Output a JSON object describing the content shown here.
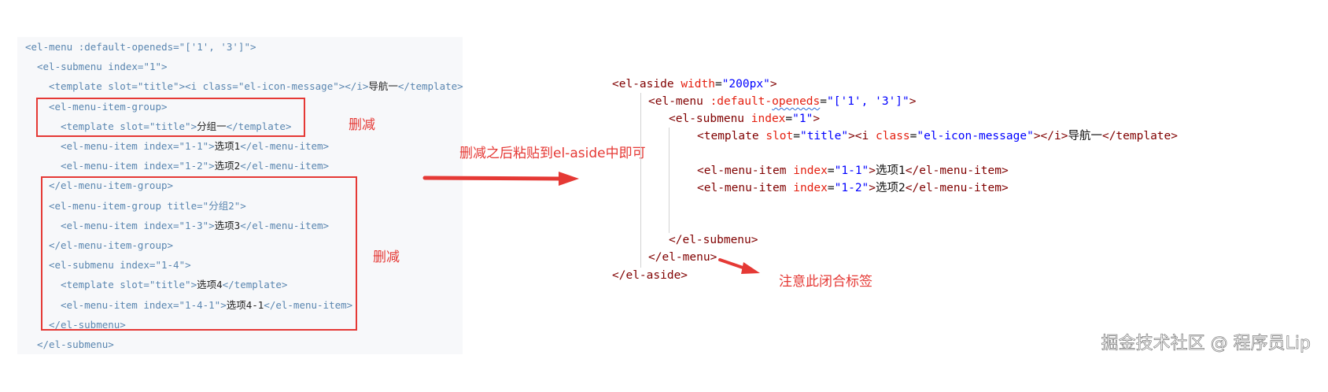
{
  "left_code": {
    "lines": [
      {
        "tag": "<el-menu :default-openeds=\"['1', '3']\">",
        "text": "",
        "close": ""
      },
      {
        "tag": "<el-submenu index=\"1\">",
        "text": "",
        "close": ""
      },
      {
        "tag": "<template slot=\"title\"><i class=\"el-icon-message\"></i>",
        "text": "导航一",
        "close": "</template>"
      },
      {
        "tag": "<el-menu-item-group>",
        "text": "",
        "close": ""
      },
      {
        "tag": "<template slot=\"title\">",
        "text": "分组一",
        "close": "</template>"
      },
      {
        "tag": "<el-menu-item index=\"1-1\">",
        "text": "选项1",
        "close": "</el-menu-item>"
      },
      {
        "tag": "<el-menu-item index=\"1-2\">",
        "text": "选项2",
        "close": "</el-menu-item>"
      },
      {
        "tag": "</el-menu-item-group>",
        "text": "",
        "close": ""
      },
      {
        "tag": "<el-menu-item-group title=\"分组2\">",
        "text": "",
        "close": ""
      },
      {
        "tag": "<el-menu-item index=\"1-3\">",
        "text": "选项3",
        "close": "</el-menu-item>"
      },
      {
        "tag": "</el-menu-item-group>",
        "text": "",
        "close": ""
      },
      {
        "tag": "<el-submenu index=\"1-4\">",
        "text": "",
        "close": ""
      },
      {
        "tag": "<template slot=\"title\">",
        "text": "选项4",
        "close": "</template>"
      },
      {
        "tag": "<el-menu-item index=\"1-4-1\">",
        "text": "选项4-1",
        "close": "</el-menu-item>"
      },
      {
        "tag": "</el-submenu>",
        "text": "",
        "close": ""
      },
      {
        "tag": "</el-submenu>",
        "text": "",
        "close": ""
      }
    ]
  },
  "annotations": {
    "delete_label_1": "删减",
    "delete_label_2": "删减",
    "arrow_label": "删减之后粘贴到el-aside中即可",
    "note_label": "注意此闭合标签"
  },
  "right_code": {
    "l1": {
      "open": "<el-aside",
      "attr": "width",
      "eq": "=",
      "val": "\"200px\"",
      "close": ">"
    },
    "l2": {
      "open": "<el-menu",
      "attr1": ":default-",
      "attr2": "openeds",
      "eq": "=",
      "val": "\"['1', '3']\"",
      "close": ">"
    },
    "l3": {
      "open": "<el-submenu",
      "attr": "index",
      "eq": "=",
      "val": "\"1\"",
      "close": ">"
    },
    "l4": {
      "open": "<template",
      "attr1": "slot",
      "eq1": "=",
      "val1": "\"title\"",
      "mid": "><i",
      "attr2": "class",
      "eq2": "=",
      "val2": "\"el-icon-message\"",
      "mid2": "></i>",
      "text": "导航一",
      "close": "</template>"
    },
    "l5": {
      "open": "<el-menu-item",
      "attr": "index",
      "eq": "=",
      "val": "\"1-1\"",
      "gt": ">",
      "text": "选项1",
      "close": "</el-menu-item>"
    },
    "l6": {
      "open": "<el-menu-item",
      "attr": "index",
      "eq": "=",
      "val": "\"1-2\"",
      "gt": ">",
      "text": "选项2",
      "close": "</el-menu-item>"
    },
    "l7": "</el-submenu>",
    "l8": "</el-menu>",
    "l9": "</el-aside>"
  },
  "watermark": "掘金技术社区 @ 程序员Lip",
  "colors": {
    "annotation_red": "#e53935",
    "left_code_blue": "#5a86b0",
    "tag_maroon": "#800000",
    "attr_red": "#e41f0f",
    "value_blue": "#0000ff"
  }
}
